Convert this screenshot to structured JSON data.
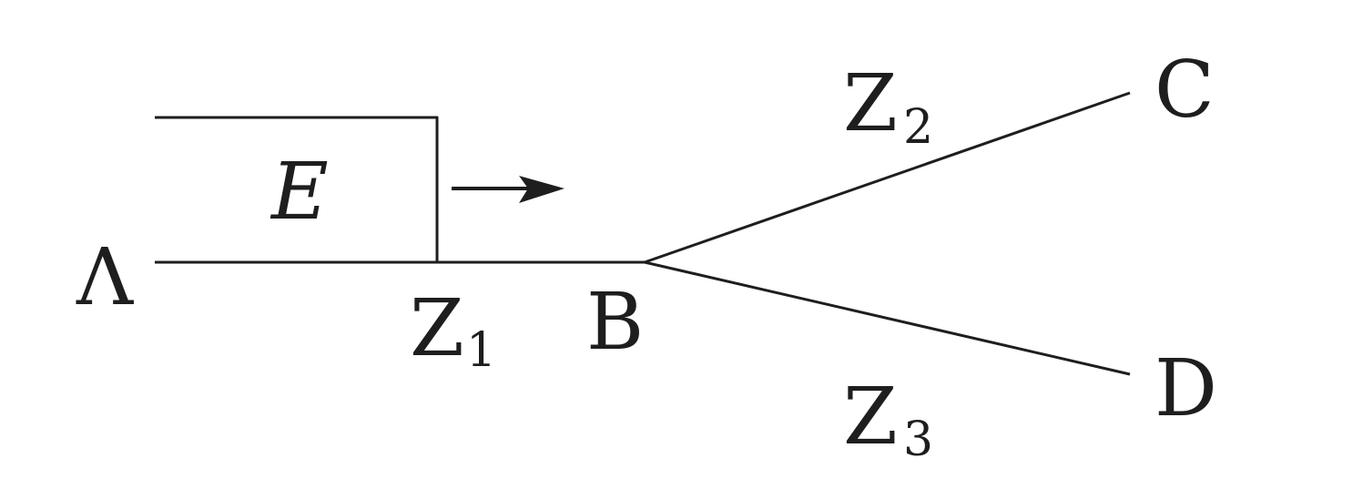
{
  "diagram": {
    "nodes": {
      "A": "Λ",
      "B": "B",
      "C": "C",
      "D": "D"
    },
    "source_label": "E",
    "impedances": [
      {
        "symbol": "Z",
        "subscript": "1"
      },
      {
        "symbol": "Z",
        "subscript": "2"
      },
      {
        "symbol": "Z",
        "subscript": "3"
      }
    ],
    "colors": {
      "stroke": "#1e1e1e",
      "background": "#ffffff"
    },
    "arrow_direction": "right"
  }
}
